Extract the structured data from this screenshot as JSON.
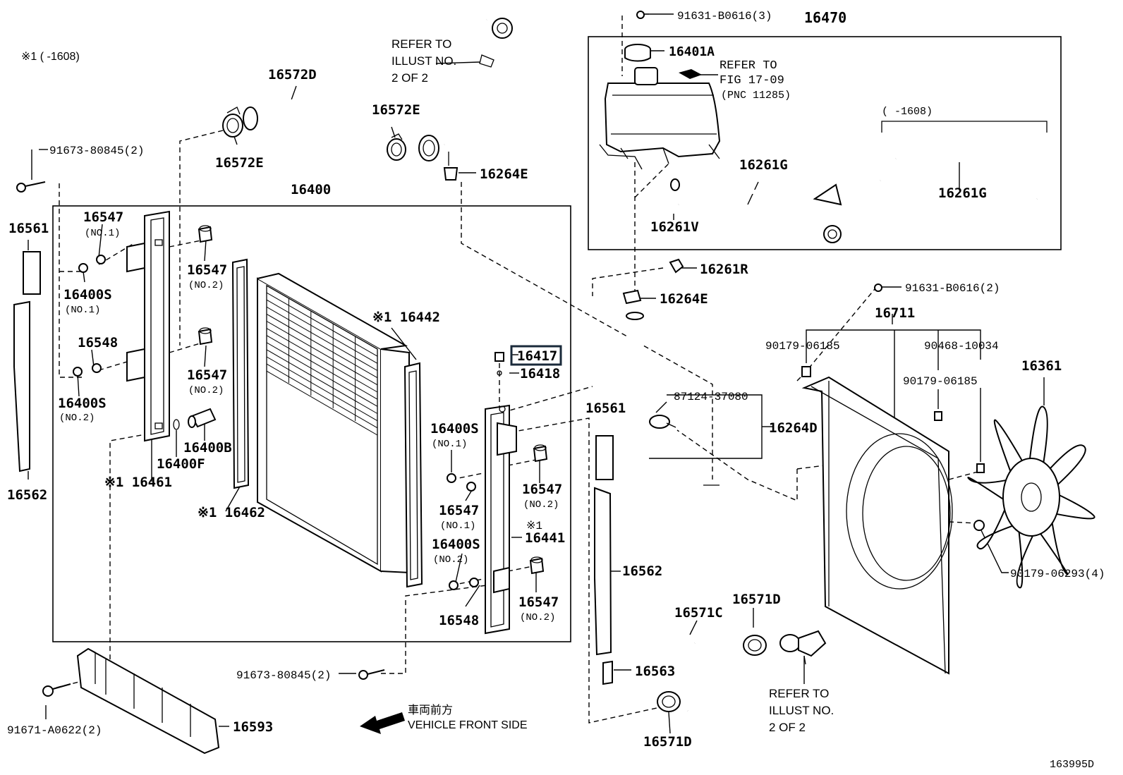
{
  "diagram_id": "163995D",
  "note_star1": "※1 (      -1608)",
  "note_range": "(      -1608)",
  "refer_illust_top": [
    "REFER TO",
    "ILLUST NO.",
    "2 OF 2"
  ],
  "refer_illust_bottom": [
    "REFER TO",
    "ILLUST NO.",
    "2 OF 2"
  ],
  "refer_fig": [
    "REFER TO",
    "FIG 17-09",
    "(PNC 11285)"
  ],
  "vehicle_front": {
    "jp": "車両前方",
    "en": "VEHICLE FRONT SIDE"
  },
  "labels": {
    "p91631_b0616_3": "91631-B0616(3)",
    "p16470": "16470",
    "p16401a": "16401A",
    "p16572d": "16572D",
    "p16572e_a": "16572E",
    "p16572e_b": "16572E",
    "p16264e_a": "16264E",
    "p16264e_b": "16264E",
    "p91673_80845_a": "91673-80845(2)",
    "p91673_80845_b": "91673-80845(2)",
    "p16400": "16400",
    "p16261g_a": "16261G",
    "p16261g_b": "16261G",
    "p16261v": "16261V",
    "p16261r": "16261R",
    "p91631_b0616_2": "91631-B0616(2)",
    "p16711": "16711",
    "p90179_06185_a": "90179-06185",
    "p90468_10034": "90468-10034",
    "p90179_06185_b": "90179-06185",
    "p16361": "16361",
    "p90179_06293": "90179-06293(4)",
    "p16561_a": "16561",
    "p16561_b": "16561",
    "p16562_a": "16562",
    "p16562_b": "16562",
    "p16547_a": "16547",
    "p16547_b": "16547",
    "p16547_c": "16547",
    "p16547_d": "16547",
    "p16547_e": "16547",
    "p16547_f": "16547",
    "p16400s_a": "16400S",
    "p16400s_b": "16400S",
    "p16400s_c": "16400S",
    "p16400s_d": "16400S",
    "p16548_a": "16548",
    "p16548_b": "16548",
    "p16400b": "16400B",
    "p16400f": "16400F",
    "p16461": "※1 16461",
    "p16462": "※1 16462",
    "p16442": "※1 16442",
    "p16441_star": "※1",
    "p16441": "16441",
    "p16417": "16417",
    "p16418": "16418",
    "p87124_37080": "87124-37080",
    "p16264d": "16264D",
    "p16563": "16563",
    "p16571c": "16571C",
    "p16571d_a": "16571D",
    "p16571d_b": "16571D",
    "p91671_a0622": "91671-A0622(2)",
    "p16593": "16593",
    "no1": "(NO.1)",
    "no2": "(NO.2)"
  },
  "highlight_color": "#1a2a3a"
}
